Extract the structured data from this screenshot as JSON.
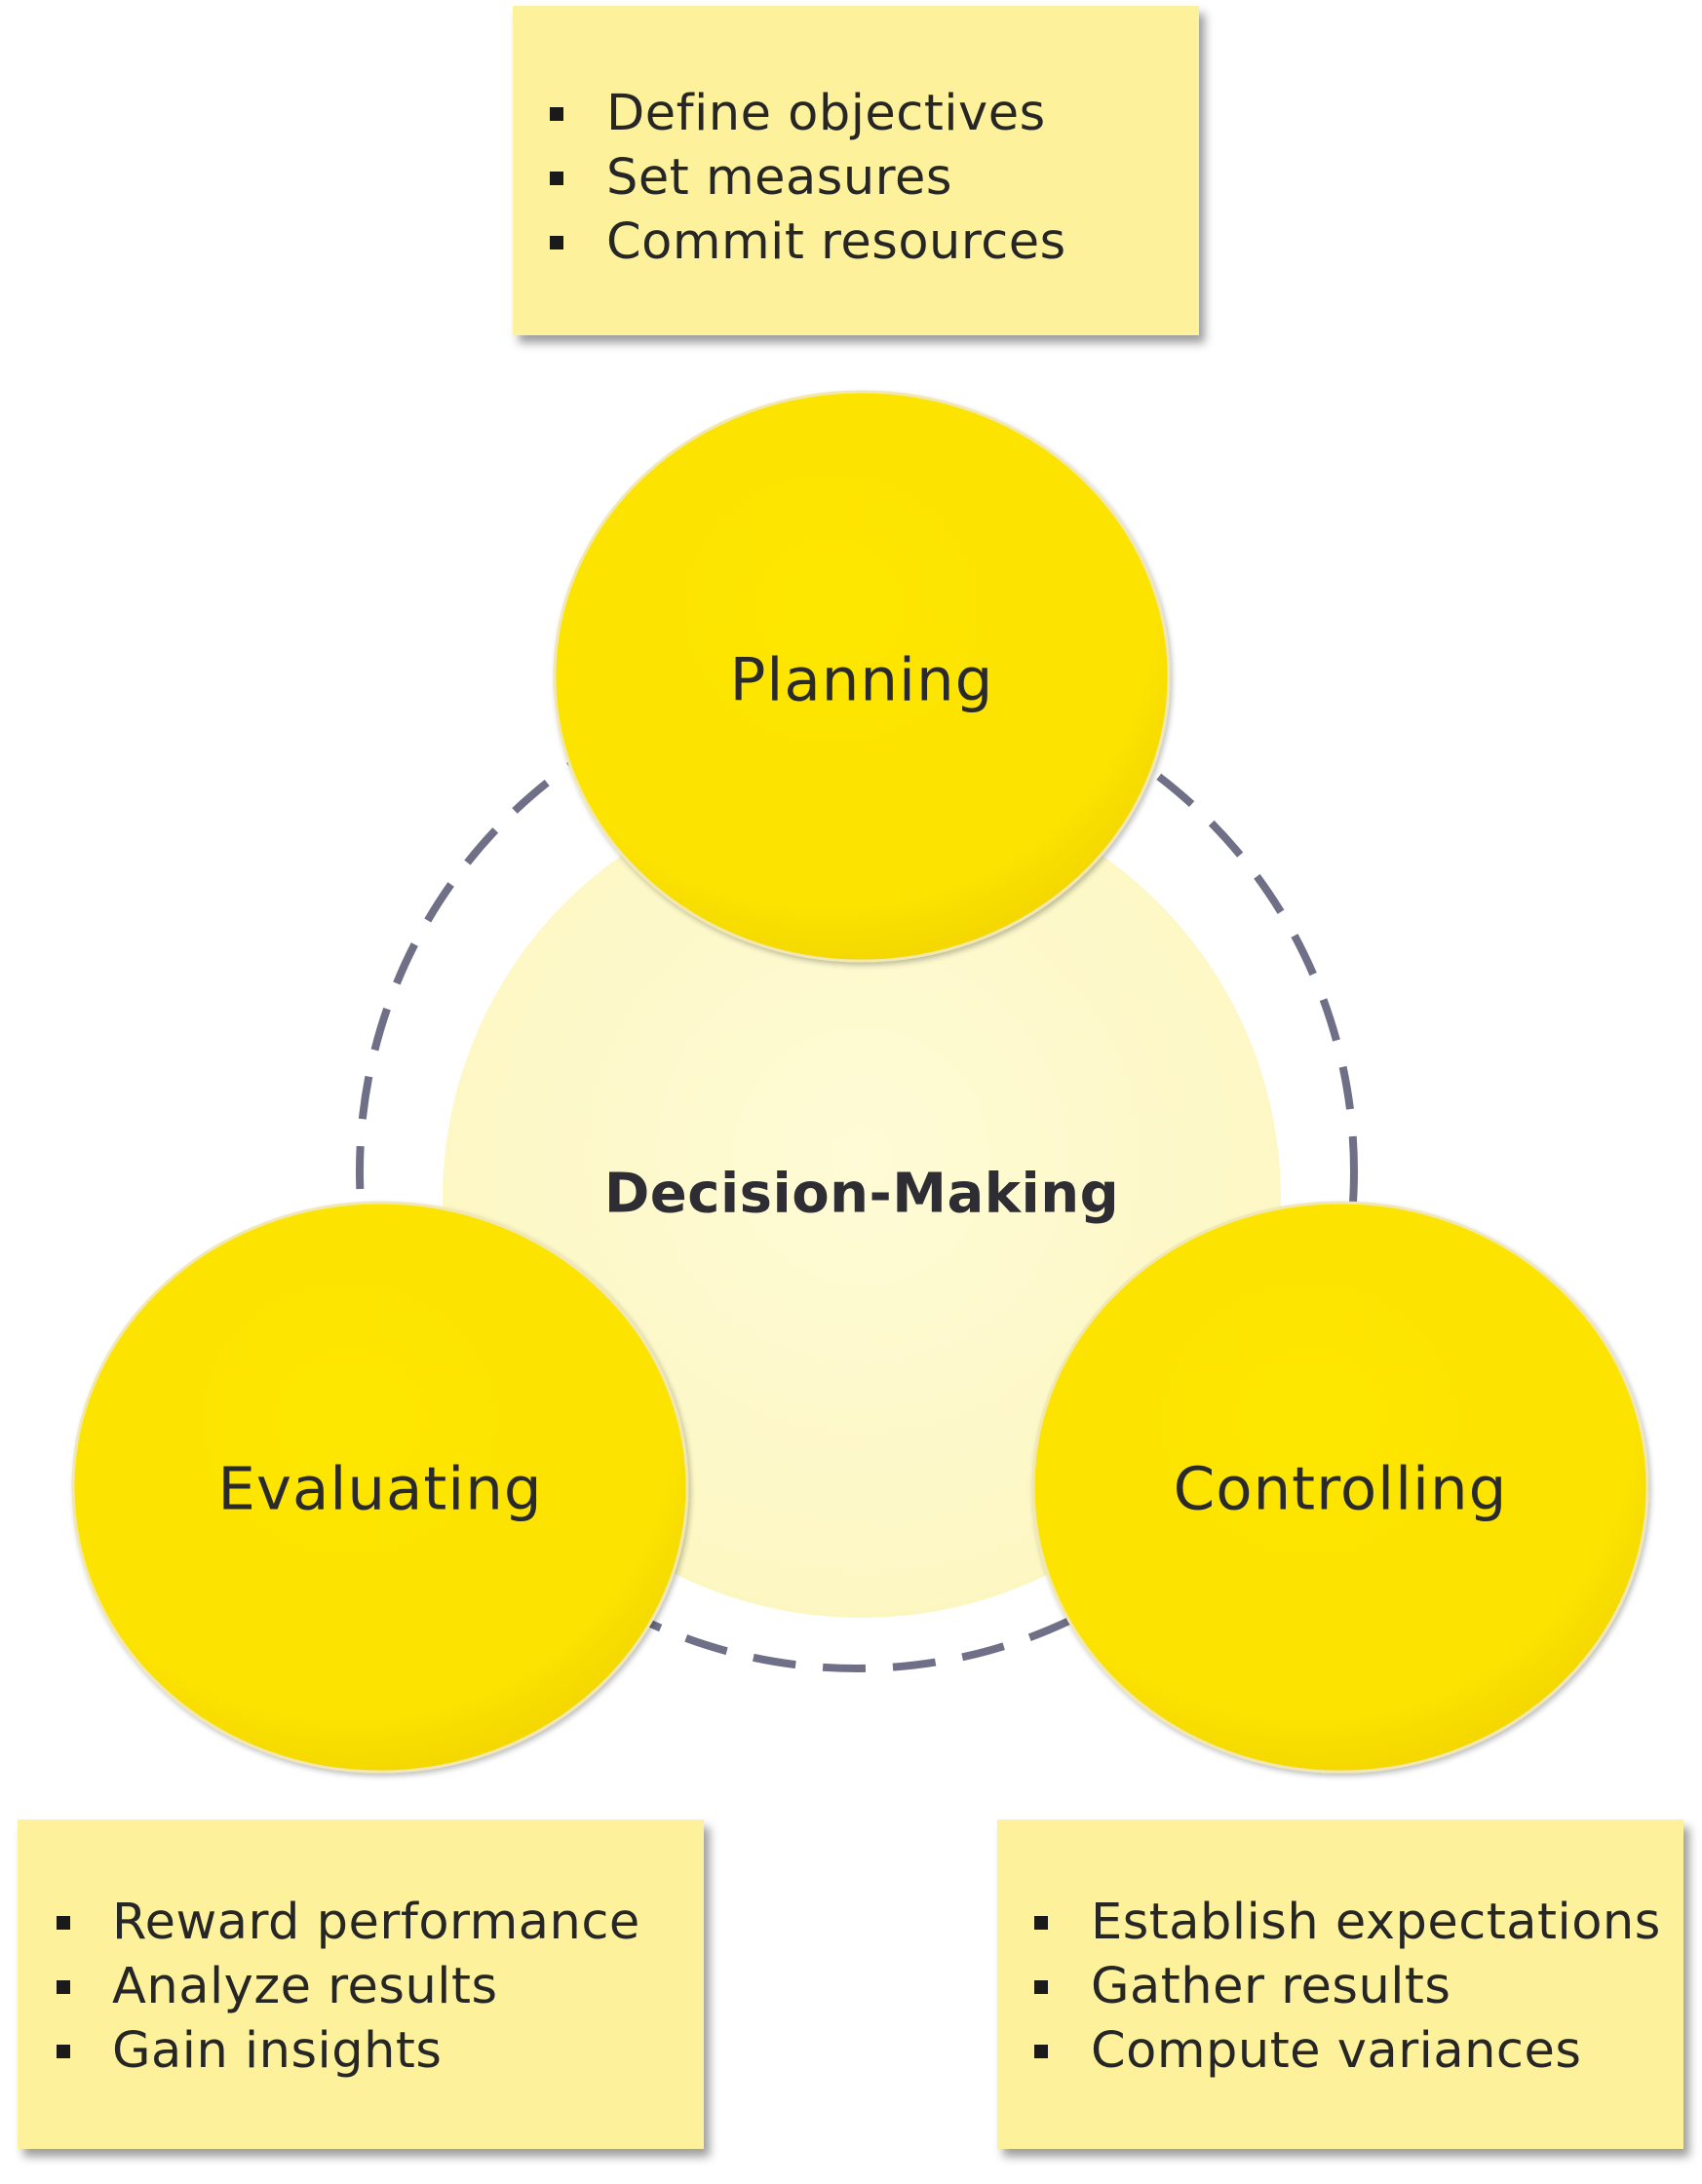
{
  "diagram": {
    "center": {
      "label": "Decision-Making"
    },
    "nodes": [
      {
        "id": "planning",
        "label": "Planning"
      },
      {
        "id": "evaluating",
        "label": "Evaluating"
      },
      {
        "id": "controlling",
        "label": "Controlling"
      }
    ],
    "boxes": {
      "planning": {
        "items": [
          "Define objectives",
          "Set measures",
          "Commit resources"
        ]
      },
      "evaluating": {
        "items": [
          "Reward performance",
          "Analyze results",
          "Gain insights"
        ]
      },
      "controlling": {
        "items": [
          "Establish expectations",
          "Gather results",
          "Compute variances"
        ]
      }
    },
    "colors": {
      "node_fill": "#fce500",
      "center_fill": "#fdf9cb",
      "box_fill": "#fdf29b",
      "dashed_ring": "#6f6f88",
      "text": "#2a2a2a"
    }
  }
}
